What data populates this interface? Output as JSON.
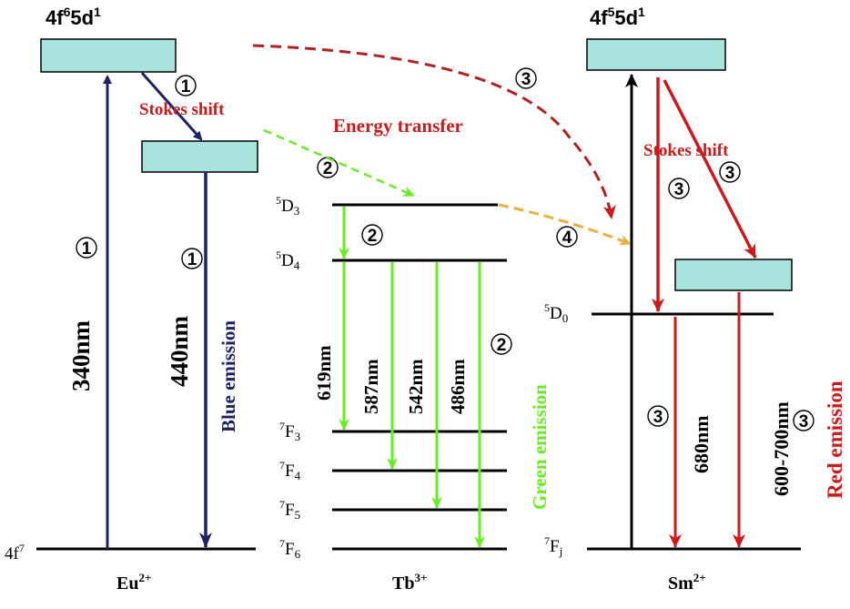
{
  "colors": {
    "box_fill": "#a6e4dd",
    "eu_arrow": "#1c2266",
    "green": "#66ee22",
    "red": "#cc1a1a",
    "orange_dash": "#e8b040",
    "black": "#000000"
  },
  "eu": {
    "excited_label": "4f65d1",
    "ground_label": "4f7",
    "ion_label": "Eu2+",
    "excitation": "340nm",
    "emission": "440nm",
    "emission_caption": "Blue emission",
    "stokes": "Stokes shift",
    "marker": "1"
  },
  "tb": {
    "levels": [
      "5D3",
      "5D4",
      "7F3",
      "7F4",
      "7F5",
      "7F6"
    ],
    "ion_label": "Tb3+",
    "emissions": [
      "619nm",
      "587nm",
      "542nm",
      "486nm"
    ],
    "emission_caption": "Green emission",
    "marker": "2"
  },
  "sm": {
    "excited_label": "4f55d1",
    "level_5d0": "5D0",
    "ground_label": "7Fj",
    "ion_label": "Sm2+",
    "emission_680": "680nm",
    "emission_range": "600-700nm",
    "emission_caption": "Red emission",
    "stokes": "Stokes shift",
    "marker": "3"
  },
  "energy_transfer": "Energy transfer",
  "marker4": "4"
}
